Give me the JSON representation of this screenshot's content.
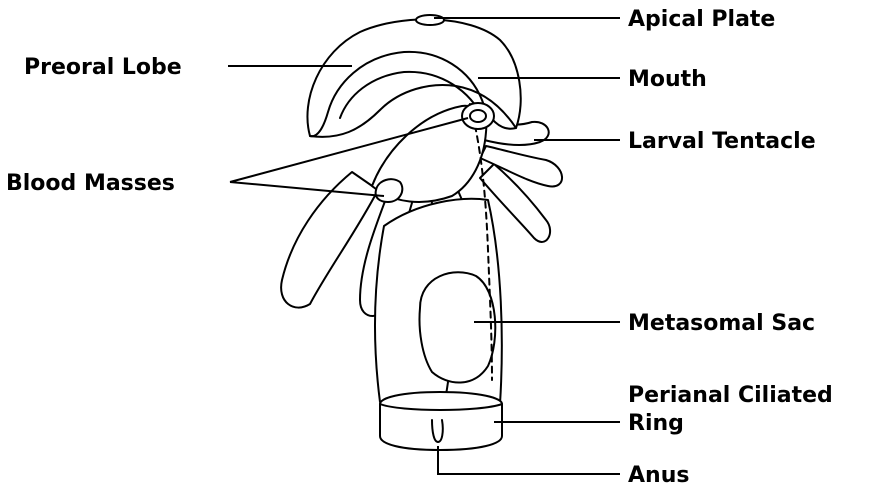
{
  "labels": {
    "apical_plate": "Apical Plate",
    "preoral_lobe": "Preoral Lobe",
    "mouth": "Mouth",
    "larval_tentacle": "Larval Tentacle",
    "blood_masses": "Blood Masses",
    "metasomal_sac": "Metasomal Sac",
    "perianal_ring_line1": "Perianal Ciliated",
    "perianal_ring_line2": "Ring",
    "anus": "Anus"
  }
}
